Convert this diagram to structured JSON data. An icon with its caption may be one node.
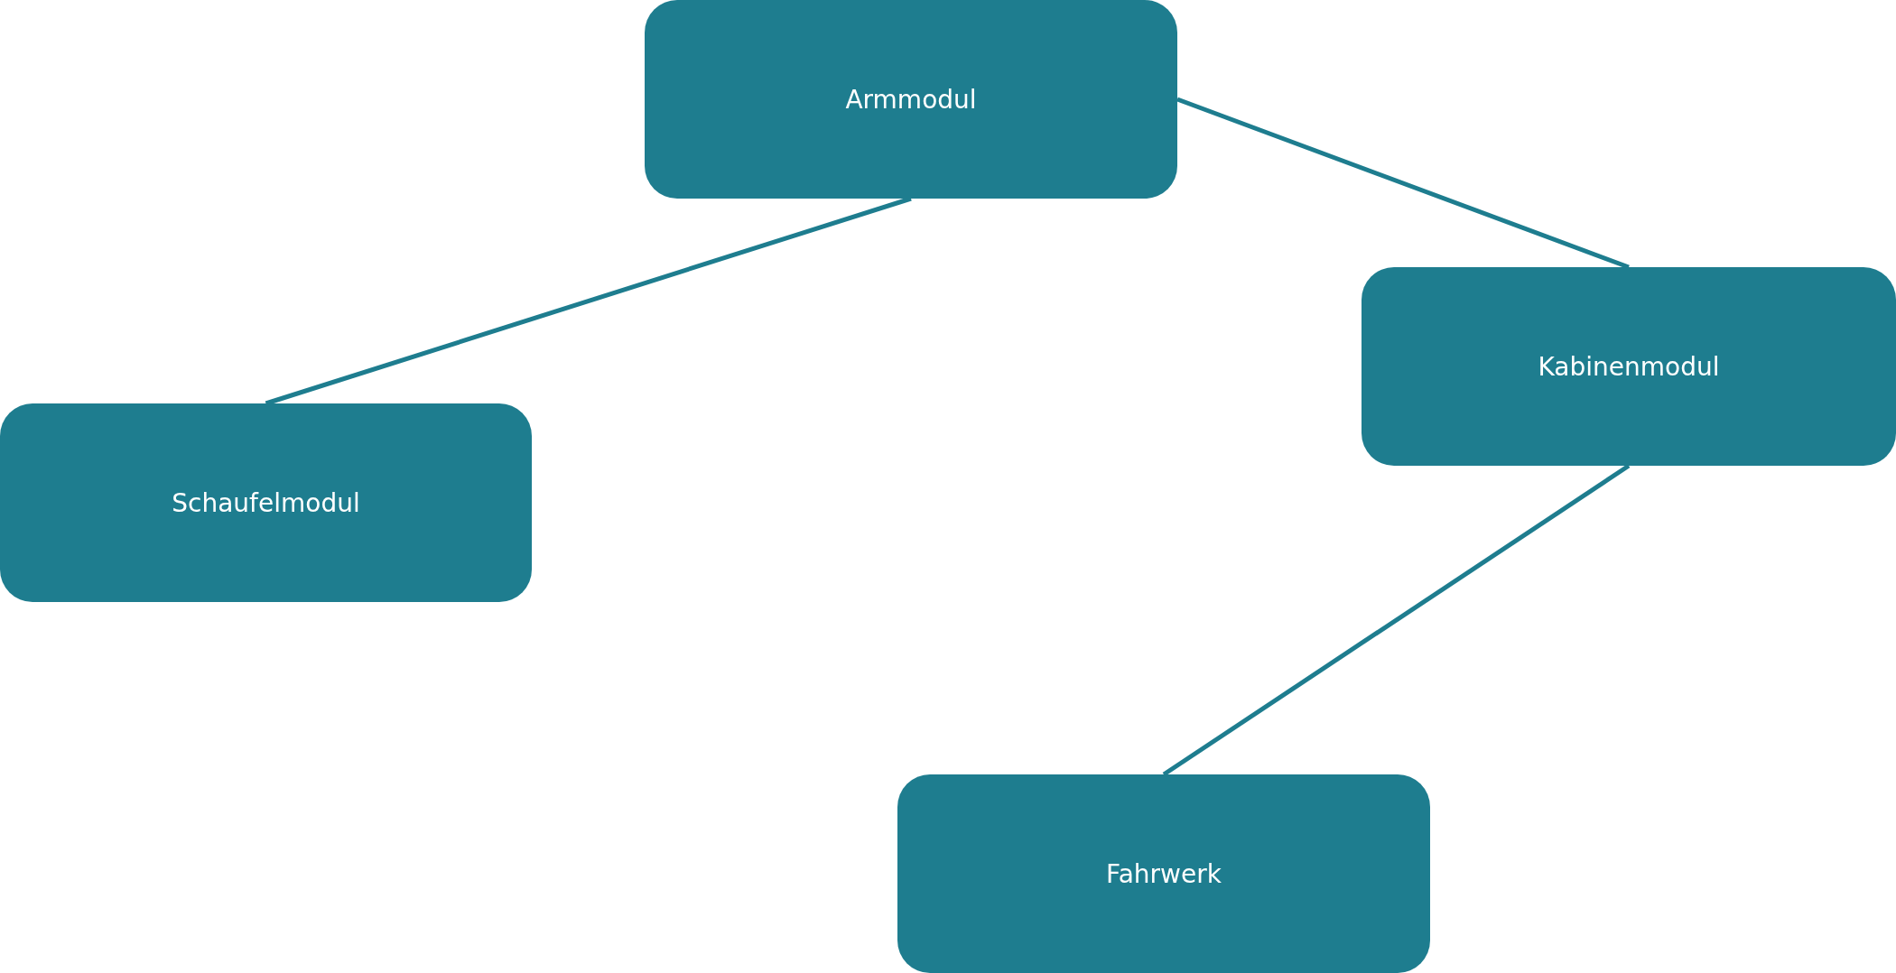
{
  "diagram": {
    "nodes": [
      {
        "text": [
          "Armmodul"
        ]
      },
      {
        "text": [
          "Kabinenmodul"
        ]
      },
      {
        "text": [
          "Schaufelmodul"
        ]
      },
      {
        "text": [
          "Fahrwerk"
        ]
      }
    ],
    "edges": [
      {
        "from": 0,
        "to": 2,
        "arrow": "none"
      },
      {
        "from": 0,
        "to": 1,
        "arrow": "none"
      },
      {
        "from": 1,
        "to": 3,
        "arrow": "none"
      }
    ]
  }
}
